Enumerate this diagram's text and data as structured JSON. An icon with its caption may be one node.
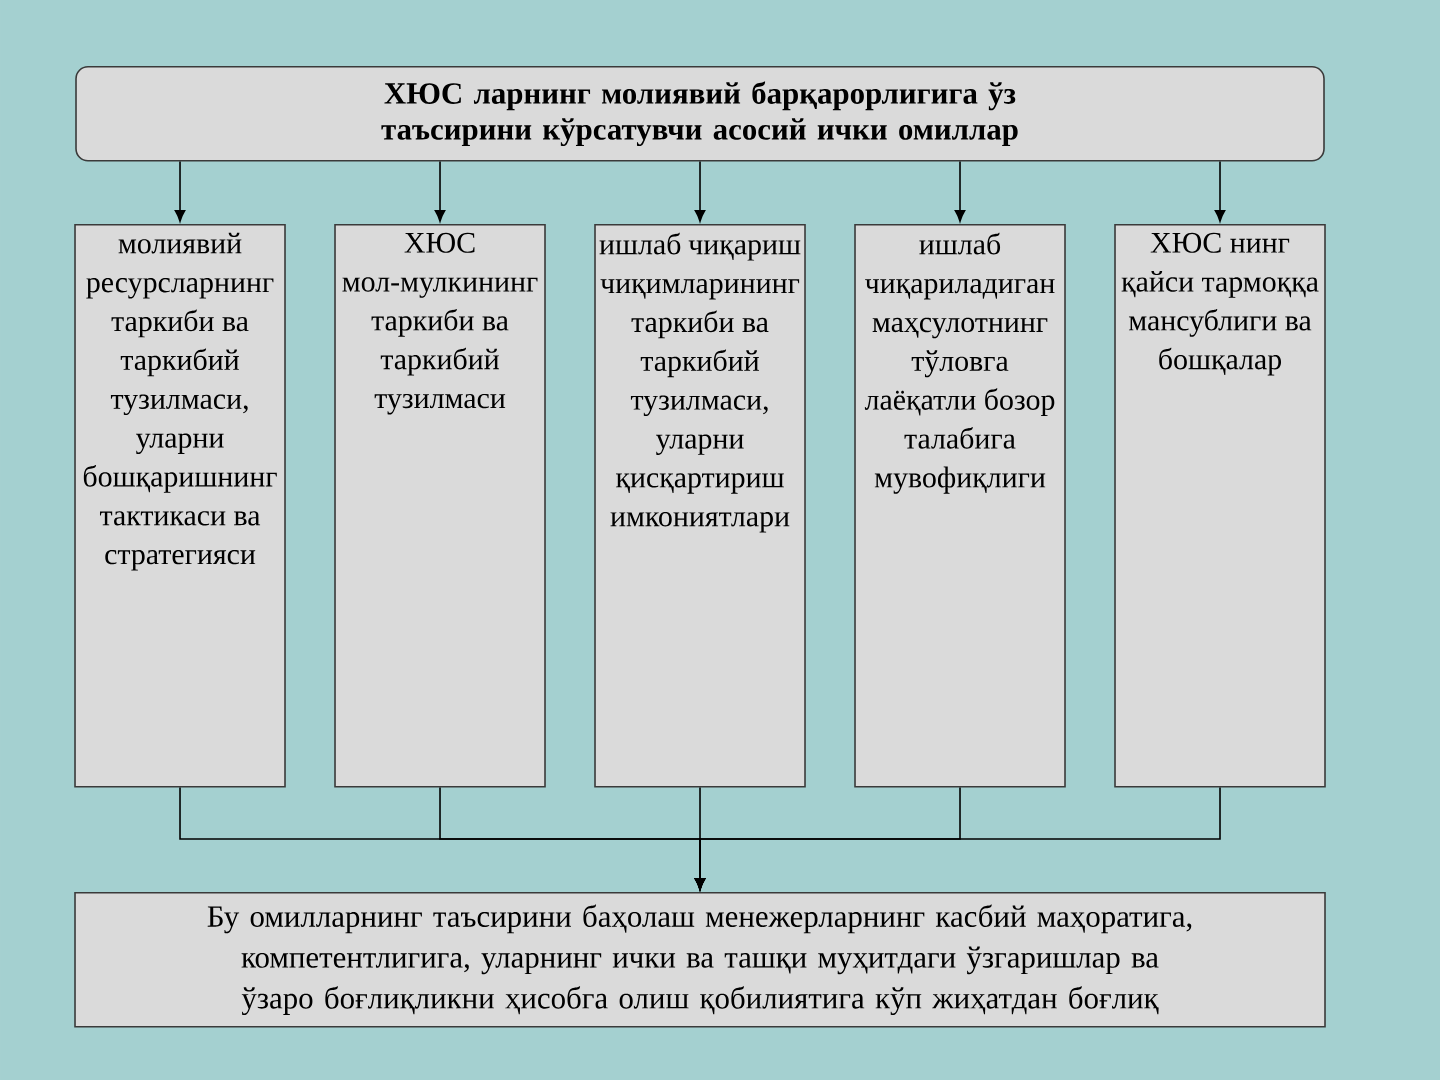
{
  "diagram": {
    "nodes": [
      {
        "text": [
          "ХЮС ларнинг молиявий барқарорлигига ўз таъсирини кўрсатувчи асосий ички омиллар"
        ]
      },
      {
        "text": [
          "молиявий ресурсларнинг таркиби ва таркибий тузилмаси, уларни бошқаришнинг тактикаси ва стратегияси"
        ]
      },
      {
        "text": [
          "ХЮС мол-мулкининг таркиби ва таркибий тузилмаси"
        ]
      },
      {
        "text": [
          "ишлаб чиқариш чиқимларининг таркиби ва таркибий тузилмаси, уларни қисқартириш имкониятлари"
        ]
      },
      {
        "text": [
          "ишлаб чиқариладиган маҳсулотнинг тўловга лаёқатли бозор талабига мувофиқлиги"
        ]
      },
      {
        "text": [
          "ХЮС нинг қайси тармоққа мансублиги ва бошқалар"
        ]
      },
      {
        "text": [
          "Бу омилларнинг таъсирини баҳолаш менежерларнинг касбий маҳоратига, компетентлигига, уларнинг ички ва ташқи муҳитдаги ўзгаришлар ва ўзаро боғлиқликни ҳисобга олиш қобилиятига кўп жиҳатдан боғлиқ"
        ]
      }
    ],
    "edges": [
      {
        "from": 0,
        "to": 1,
        "arrow": "to"
      },
      {
        "from": 0,
        "to": 2,
        "arrow": "to"
      },
      {
        "from": 0,
        "to": 3,
        "arrow": "to"
      },
      {
        "from": 0,
        "to": 4,
        "arrow": "to"
      },
      {
        "from": 0,
        "to": 5,
        "arrow": "to"
      },
      {
        "from": 1,
        "to": 6,
        "arrow": "to"
      },
      {
        "from": 2,
        "to": 6,
        "arrow": "to"
      },
      {
        "from": 3,
        "to": 6,
        "arrow": "to"
      },
      {
        "from": 4,
        "to": 6,
        "arrow": "to"
      },
      {
        "from": 5,
        "to": 6,
        "arrow": "to"
      }
    ]
  }
}
